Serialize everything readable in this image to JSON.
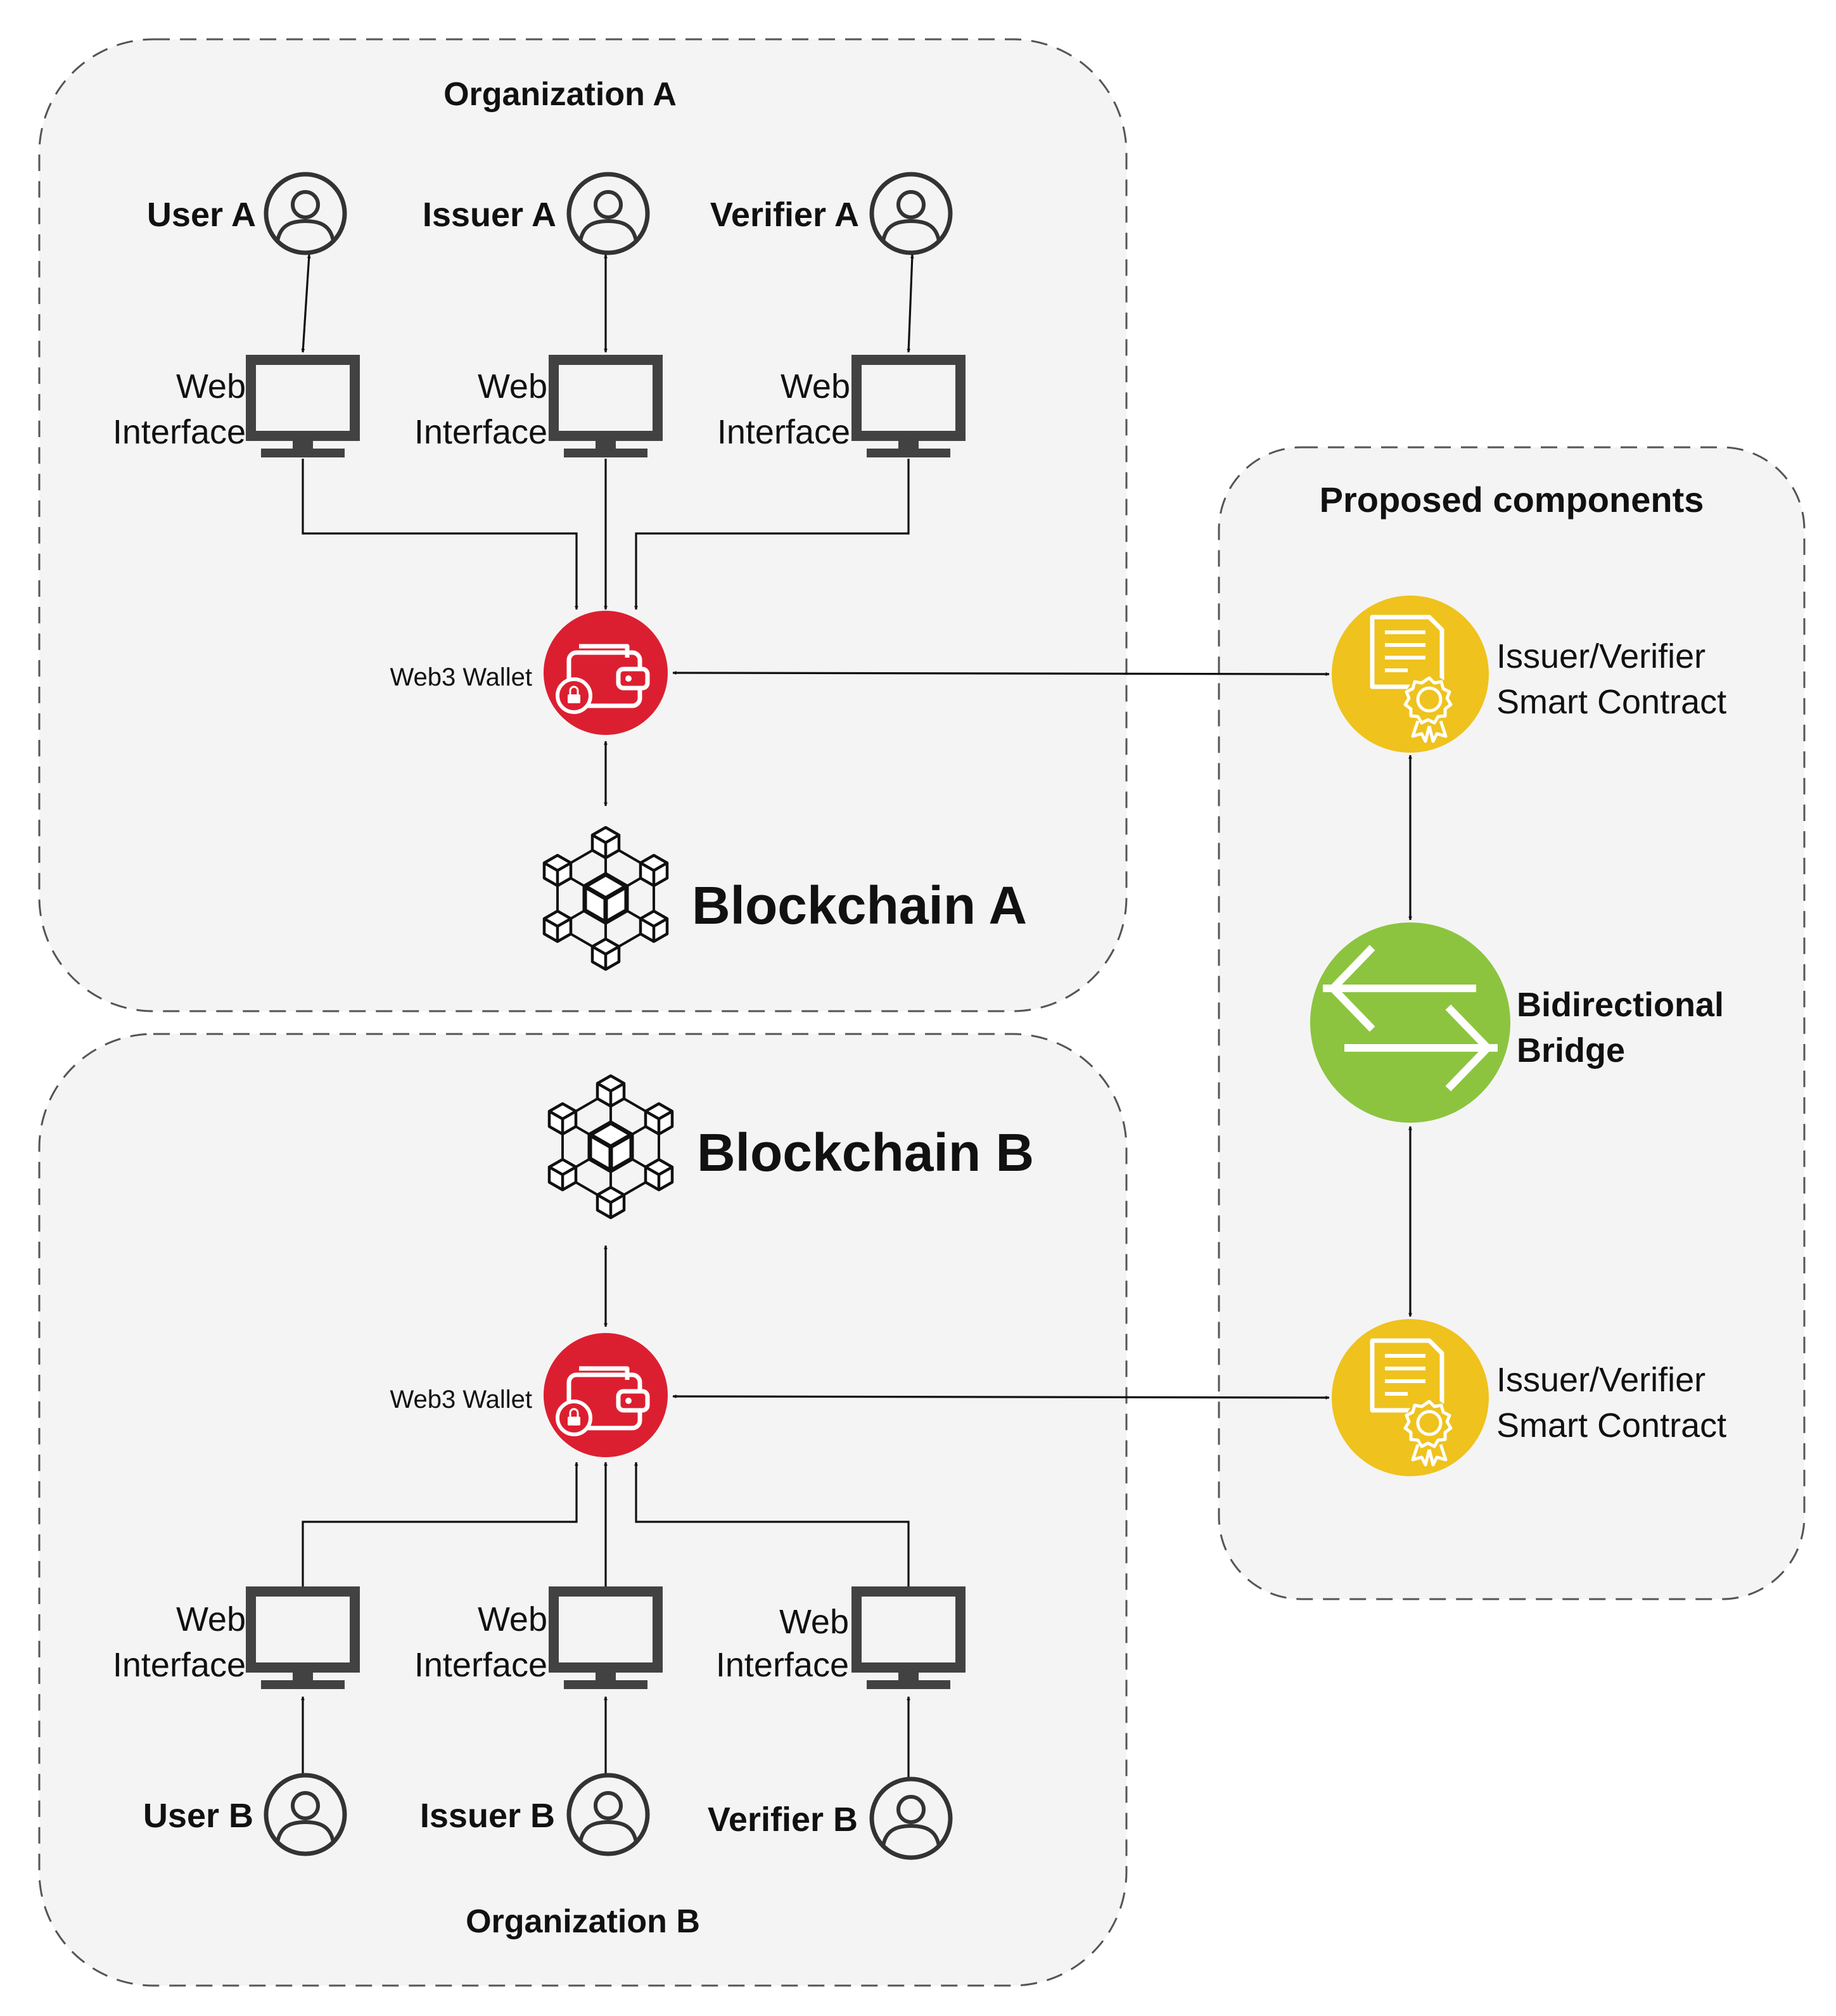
{
  "organization_a": {
    "title": "Organization A",
    "users": [
      {
        "name": "User A",
        "interface": [
          "Web",
          "Interface"
        ]
      },
      {
        "name": "Issuer A",
        "interface": [
          "Web",
          "Interface"
        ]
      },
      {
        "name": "Verifier A",
        "interface": [
          "Web",
          "Interface"
        ]
      }
    ],
    "wallet_label": "Web3 Wallet",
    "blockchain_label": "Blockchain A"
  },
  "organization_b": {
    "title": "Organization B",
    "users": [
      {
        "name": "User B",
        "interface": [
          "Web",
          "Interface"
        ]
      },
      {
        "name": "Issuer B",
        "interface": [
          "Web",
          "Interface"
        ]
      },
      {
        "name": "Verifier B",
        "interface": [
          "Web",
          "Interface"
        ]
      }
    ],
    "wallet_label": "Web3 Wallet",
    "blockchain_label": "Blockchain B"
  },
  "proposed": {
    "title": "Proposed components",
    "contract_top": [
      "Issuer/Verifier",
      "Smart Contract"
    ],
    "bridge": [
      "Bidirectional",
      "Bridge"
    ],
    "contract_bottom": [
      "Issuer/Verifier",
      "Smart Contract"
    ]
  },
  "colors": {
    "wallet": "#dc1f30",
    "contract": "#efc21d",
    "bridge": "#8cc43f",
    "monitor": "#424242",
    "panel": "#f4f4f4",
    "panel_border": "#555555"
  },
  "icons": {
    "person": "user-circle-icon",
    "monitor": "monitor-icon",
    "wallet": "wallet-icon",
    "blockchain": "blockchain-network-icon",
    "contract": "certificate-icon",
    "bridge": "swap-arrows-icon"
  }
}
